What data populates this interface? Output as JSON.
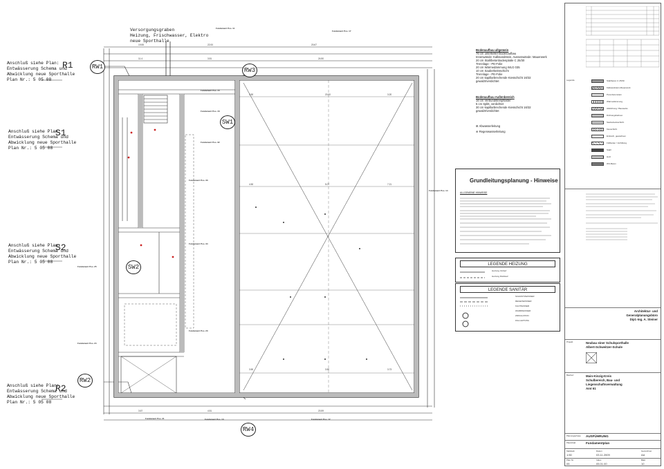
{
  "plan": {
    "supply_lines_note": [
      "Versorgungsgraben",
      "Heizung, Frischwasser, Elektro",
      "neue Sporthalle"
    ],
    "connection_notes": [
      {
        "ref": "R1",
        "lines": [
          "Anschluß siehe Plan:",
          "Entwässerung Schema und",
          "Abwicklung neue Sporthalle",
          "Plan Nr.: 5 05 08"
        ]
      },
      {
        "ref": "S1",
        "lines": [
          "Anschluß siehe Plan:",
          "Entwässerung Schema und",
          "Abwicklung neue Sporthalle",
          "Plan Nr.: 5 05 08"
        ]
      },
      {
        "ref": "S2",
        "lines": [
          "Anschluß siehe Plan:",
          "Entwässerung Schema und",
          "Abwicklung neue Sporthalle",
          "Plan Nr.: 5 05 08"
        ]
      },
      {
        "ref": "R2",
        "lines": [
          "Anschluß siehe Plan:",
          "Entwässerung Schema und",
          "Abwicklung neue Sporthalle",
          "Plan Nr.: 5 05 08"
        ]
      }
    ],
    "markers": {
      "rw1": "RW1",
      "rw2": "RW2",
      "rw3": "RW3",
      "rw4": "RW4",
      "sw1": "SW1",
      "sw2": "SW2"
    },
    "foundation_labels": [
      "Fundament Pos. 11",
      "Fundament Pos. 17",
      "Fundament Pos. 15",
      "Fundament Pos. 16",
      "Fundament Pos. 32",
      "Fundament Pos. 33",
      "Fundament Pos. 34",
      "Fundament Pos. 25",
      "Fundament Pos. 24",
      "Fundament Pos. 23",
      "Fundament Pos. 21",
      "Fundament Pos. 13",
      "Fundament Pos. 12",
      "Fundament Pos. 14"
    ]
  },
  "right_panel": {
    "specs_title_1": "Bodenaufbau allgemein",
    "specs_lines_1": [
      "76 cm unterkeller Bodenaufbau",
      "Innenwände: Kalksandstein, Aussenwände: Mauerwerk",
      "20 cm Stahlbetonbodenplatte C 25/30",
      "Trennlage - PE-Folie",
      "20 cm Wärmedämmung WLG 035",
      "10 cm Sauberkeitsschicht",
      "Trennlage - PE-Folie",
      "20 cm kapillarbrechende Kiesschicht 16/32",
      "gewalzt/verdichtet"
    ],
    "specs_title_2": "Bodenaufbau Außenbereich",
    "specs_lines_2": [
      "16 cm Verbundsteinpflaster",
      "5 cm Splitt, verdichtet",
      "30 cm kapillarbrechende Kiesschicht 16/32",
      "gewalzt/verdichtet"
    ],
    "legend_small": [
      "Abwasserleitung",
      "Regenwasserleitung"
    ],
    "hints_title": "Grundleitungsplanung - Hinweise",
    "hints_sub": "ALLGEMEINE HINWEISE",
    "legend_heizung_title": "LEGENDE HEIZUNG",
    "legend_heizung_items": [
      "Heizung Vorlauf",
      "Heizung Rücklauf"
    ],
    "legend_sanitaer_title": "LEGENDE SANITÄR",
    "legend_sanitaer_items": [
      "SCHMUTZWASSER",
      "REGENWASSER",
      "KALTWASSER",
      "WARMWASSER",
      "ZIRKULATION",
      "FALLLEITUNG"
    ],
    "legend_materials_title": "Legende",
    "legend_materials": [
      "Stahlbeton C 25/30",
      "Kalksandstein-Mauerwerk",
      "Porenbetonstein",
      "Wärmedämmung",
      "Abdichtung / Bauwerks",
      "Dichtungsbahnen",
      "Sauberkeitsschicht",
      "Kiesschicht",
      "Erdreich, gewachsen",
      "Füllboden / Verfüllung",
      "Stahl",
      "Holz",
      "WU-Beton"
    ]
  },
  "title_block": {
    "architect_line1": "Architektur- und",
    "architect_line2": "Generalplanungsbüro",
    "architect_name": "Dipl.-Ing. A. Steiner",
    "project_label": "Projekt",
    "project_line1": "Neubau einer Schulsporthalle",
    "project_line2": "Albert-Schweitzer-Schule",
    "owner_label": "Bauherr",
    "owner_line1": "Main-Kinzig-Kreis",
    "owner_line2": "Schulbereich, Bau- und",
    "owner_line3": "Liegenschaftsverwaltung",
    "owner_line4": "Amt 61",
    "phase_label": "Planungsphase",
    "phase": "AUSFÜHRUNG",
    "plan_label": "Planinhalt",
    "plan_title": "Fundamentplan",
    "scale_label": "Maßstab",
    "scale": "1:50",
    "date_label": "Datum",
    "date": "03.11.2009",
    "drawn_label": "Gezeichnet",
    "drawn": "AA",
    "planno_label": "Plan Nr.",
    "planno": "05",
    "index_label": "Index",
    "index_date": "05.01.00",
    "sheet_label": "Blatt",
    "sheet": "10"
  }
}
